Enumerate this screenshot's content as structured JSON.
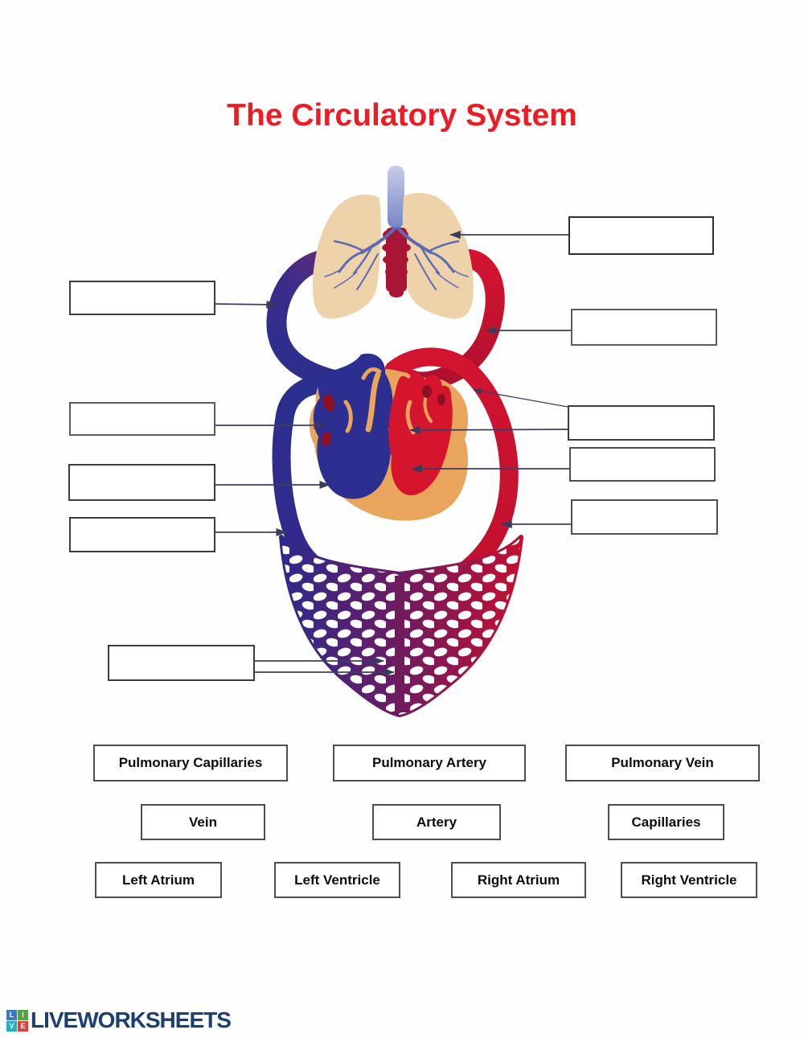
{
  "title": "The Circulatory System",
  "word_bank": [
    {
      "label": "Pulmonary Capillaries"
    },
    {
      "label": "Pulmonary Artery"
    },
    {
      "label": "Pulmonary Vein"
    },
    {
      "label": "Vein"
    },
    {
      "label": "Artery"
    },
    {
      "label": "Capillaries"
    },
    {
      "label": "Left Atrium"
    },
    {
      "label": "Left Ventricle"
    },
    {
      "label": "Right Atrium"
    },
    {
      "label": "Right Ventricle"
    }
  ],
  "answer_box_count": "10",
  "colors": {
    "title_red": "#ec1c24",
    "vessel_blue": "#2c2f90",
    "vessel_red": "#d21430",
    "vessel_purple": "#6f1b61",
    "lung_tan": "#eed2a9",
    "bronchi_blue": "#5d6ab6",
    "heart_muscle_orange": "#e9a55c",
    "heart_dark_red": "#8c0f22",
    "connector_line": "#3e3e60",
    "logo_navy": "#1b3f72"
  },
  "logo": {
    "text": "LIVEWORKSHEETS",
    "icon_letters": [
      "L",
      "I",
      "V",
      "E"
    ]
  }
}
